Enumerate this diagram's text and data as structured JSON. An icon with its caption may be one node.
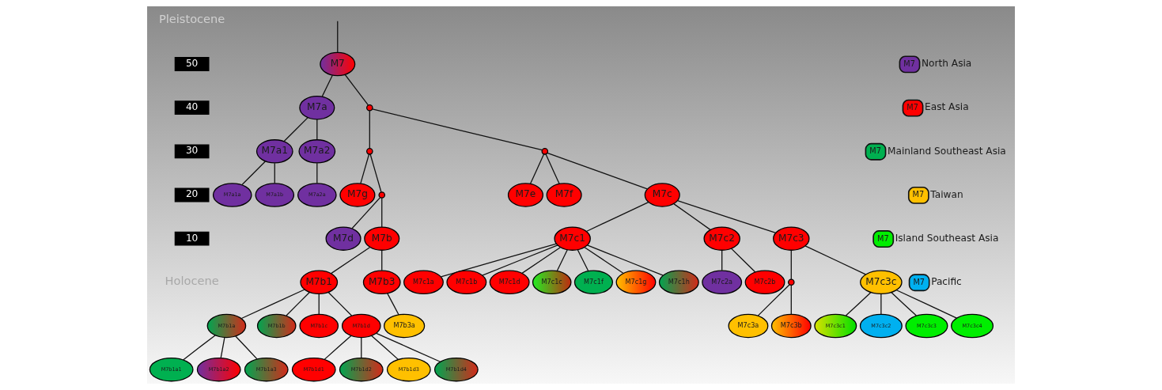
{
  "diagram": {
    "nodes": [
      {
        "text": [
          "M7"
        ]
      },
      {
        "text": [
          "M7a"
        ]
      },
      {
        "text": [
          "M7a1"
        ]
      },
      {
        "text": [
          "M7a1a"
        ]
      },
      {
        "text": [
          "M7a1b"
        ]
      },
      {
        "text": [
          "M7a2"
        ]
      },
      {
        "text": [
          "M7a2a"
        ]
      },
      {
        "text": [],
        "shape": "circle"
      },
      {
        "text": [],
        "shape": "circle"
      },
      {
        "text": [
          "M7g"
        ]
      },
      {
        "text": [],
        "shape": "circle"
      },
      {
        "text": [
          "M7d"
        ]
      },
      {
        "text": [
          "M7b"
        ]
      },
      {
        "text": [
          "M7b1"
        ]
      },
      {
        "text": [
          "M7b1a"
        ]
      },
      {
        "text": [
          "M7b1a1"
        ]
      },
      {
        "text": [
          "M7b1a2"
        ]
      },
      {
        "text": [
          "M7b1a3"
        ]
      },
      {
        "text": [
          "M7b1b"
        ]
      },
      {
        "text": [
          "M7b1c"
        ]
      },
      {
        "text": [
          "M7b1d"
        ]
      },
      {
        "text": [
          "M7b1d1"
        ]
      },
      {
        "text": [
          "M7b1d2"
        ]
      },
      {
        "text": [
          "M7b1d3"
        ]
      },
      {
        "text": [
          "M7b1d4"
        ]
      },
      {
        "text": [
          "M7b3"
        ]
      },
      {
        "text": [
          "M7b3a"
        ]
      },
      {
        "text": [],
        "shape": "circle"
      },
      {
        "text": [
          "M7e"
        ]
      },
      {
        "text": [
          "M7f"
        ]
      },
      {
        "text": [
          "M7c"
        ]
      },
      {
        "text": [
          "M7c1"
        ]
      },
      {
        "text": [
          "M7c1a"
        ]
      },
      {
        "text": [
          "M7c1b"
        ]
      },
      {
        "text": [
          "M7c1d"
        ]
      },
      {
        "text": [
          "M7c1c"
        ]
      },
      {
        "text": [
          "M7c1f"
        ]
      },
      {
        "text": [
          "M7c1g"
        ]
      },
      {
        "text": [
          "M7c1h"
        ]
      },
      {
        "text": [
          "M7c2"
        ]
      },
      {
        "text": [
          "M7c2a"
        ]
      },
      {
        "text": [
          "M7c2b"
        ]
      },
      {
        "text": [
          "M7c3"
        ]
      },
      {
        "text": [],
        "shape": "circle"
      },
      {
        "text": [
          "M7c3a"
        ]
      },
      {
        "text": [
          "M7c3b"
        ]
      },
      {
        "text": [
          "M7c3c"
        ]
      },
      {
        "text": [
          "M7c3c1"
        ]
      },
      {
        "text": [
          "M7c3c2"
        ]
      },
      {
        "text": [
          "M7c3c3"
        ]
      },
      {
        "text": [
          "M7c3c4"
        ]
      }
    ],
    "edges": [
      {
        "from": null,
        "to": 0,
        "arrow": "none"
      },
      {
        "from": 0,
        "to": 1,
        "arrow": "none"
      },
      {
        "from": 0,
        "to": 7,
        "arrow": "none"
      },
      {
        "from": 1,
        "to": 2,
        "arrow": "none"
      },
      {
        "from": 1,
        "to": 5,
        "arrow": "none"
      },
      {
        "from": 2,
        "to": 3,
        "arrow": "none"
      },
      {
        "from": 2,
        "to": 4,
        "arrow": "none"
      },
      {
        "from": 5,
        "to": 6,
        "arrow": "none"
      },
      {
        "from": 7,
        "to": 8,
        "arrow": "none"
      },
      {
        "from": 7,
        "to": 27,
        "arrow": "none"
      },
      {
        "from": 8,
        "to": 9,
        "arrow": "none"
      },
      {
        "from": 8,
        "to": 10,
        "arrow": "none"
      },
      {
        "from": 10,
        "to": 11,
        "arrow": "none"
      },
      {
        "from": 10,
        "to": 12,
        "arrow": "none"
      },
      {
        "from": 12,
        "to": 13,
        "arrow": "none"
      },
      {
        "from": 12,
        "to": 25,
        "arrow": "none"
      },
      {
        "from": 13,
        "to": 14,
        "arrow": "none"
      },
      {
        "from": 13,
        "to": 18,
        "arrow": "none"
      },
      {
        "from": 13,
        "to": 19,
        "arrow": "none"
      },
      {
        "from": 13,
        "to": 20,
        "arrow": "none"
      },
      {
        "from": 14,
        "to": 15,
        "arrow": "none"
      },
      {
        "from": 14,
        "to": 16,
        "arrow": "none"
      },
      {
        "from": 14,
        "to": 17,
        "arrow": "none"
      },
      {
        "from": 20,
        "to": 21,
        "arrow": "none"
      },
      {
        "from": 20,
        "to": 22,
        "arrow": "none"
      },
      {
        "from": 20,
        "to": 23,
        "arrow": "none"
      },
      {
        "from": 20,
        "to": 24,
        "arrow": "none"
      },
      {
        "from": 25,
        "to": 26,
        "arrow": "none"
      },
      {
        "from": 27,
        "to": 28,
        "arrow": "none"
      },
      {
        "from": 27,
        "to": 29,
        "arrow": "none"
      },
      {
        "from": 27,
        "to": 30,
        "arrow": "none"
      },
      {
        "from": 30,
        "to": 31,
        "arrow": "none"
      },
      {
        "from": 30,
        "to": 39,
        "arrow": "none"
      },
      {
        "from": 30,
        "to": 42,
        "arrow": "none"
      },
      {
        "from": 31,
        "to": 32,
        "arrow": "none"
      },
      {
        "from": 31,
        "to": 33,
        "arrow": "none"
      },
      {
        "from": 31,
        "to": 34,
        "arrow": "none"
      },
      {
        "from": 31,
        "to": 35,
        "arrow": "none"
      },
      {
        "from": 31,
        "to": 36,
        "arrow": "none"
      },
      {
        "from": 31,
        "to": 37,
        "arrow": "none"
      },
      {
        "from": 31,
        "to": 38,
        "arrow": "none"
      },
      {
        "from": 39,
        "to": 40,
        "arrow": "none"
      },
      {
        "from": 39,
        "to": 41,
        "arrow": "none"
      },
      {
        "from": 42,
        "to": 43,
        "arrow": "none"
      },
      {
        "from": 42,
        "to": 46,
        "arrow": "none"
      },
      {
        "from": 43,
        "to": 44,
        "arrow": "none"
      },
      {
        "from": 43,
        "to": 45,
        "arrow": "none"
      },
      {
        "from": 46,
        "to": 47,
        "arrow": "none"
      },
      {
        "from": 46,
        "to": 48,
        "arrow": "none"
      },
      {
        "from": 46,
        "to": 49,
        "arrow": "none"
      },
      {
        "from": 46,
        "to": 50,
        "arrow": "none"
      }
    ],
    "labels": [
      "Pleistocene",
      "50",
      "40",
      "30",
      "20",
      "10",
      "Holocene",
      "M7",
      "M7",
      "M7",
      "M7",
      "M7",
      "M7"
    ],
    "legend": [
      {
        "text": "North Asia",
        "color": "#7030a0"
      },
      {
        "text": "East Asia",
        "color": "#ff0000"
      },
      {
        "text": "Mainland Southeast Asia",
        "color": "#00b050"
      },
      {
        "text": "Taiwan",
        "color": "#ffc000"
      },
      {
        "text": "Island Southeast Asia",
        "color": "#00ee00"
      },
      {
        "text": "Pacific",
        "color": "#00b0f0"
      }
    ]
  }
}
